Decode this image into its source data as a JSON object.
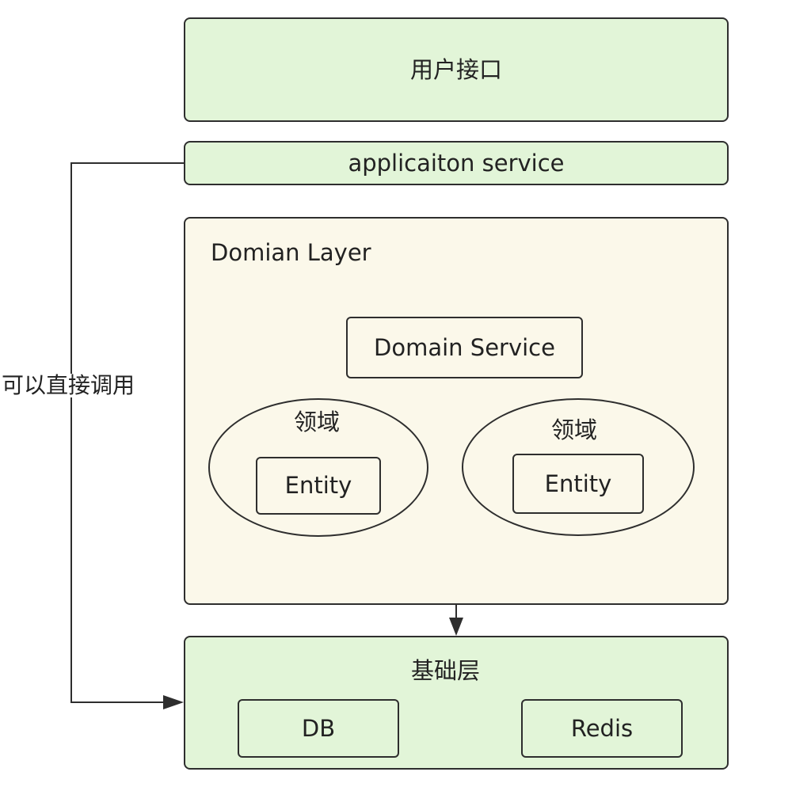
{
  "user_interface": {
    "label": "用户接口"
  },
  "application_service": {
    "label": "applicaiton service"
  },
  "domain_layer": {
    "title": "Domian Layer",
    "domain_service": {
      "label": "Domain Service"
    },
    "domains": [
      {
        "label": "领域",
        "entity": "Entity"
      },
      {
        "label": "领域",
        "entity": "Entity"
      }
    ]
  },
  "infrastructure": {
    "label": "基础层",
    "components": [
      "DB",
      "Redis"
    ]
  },
  "edges": {
    "direct_call": {
      "label": "可以直接调用"
    }
  },
  "colors": {
    "green_fill": "#e2f5d8",
    "cream_fill": "#fbf8ea",
    "stroke": "#2e2e2e"
  }
}
